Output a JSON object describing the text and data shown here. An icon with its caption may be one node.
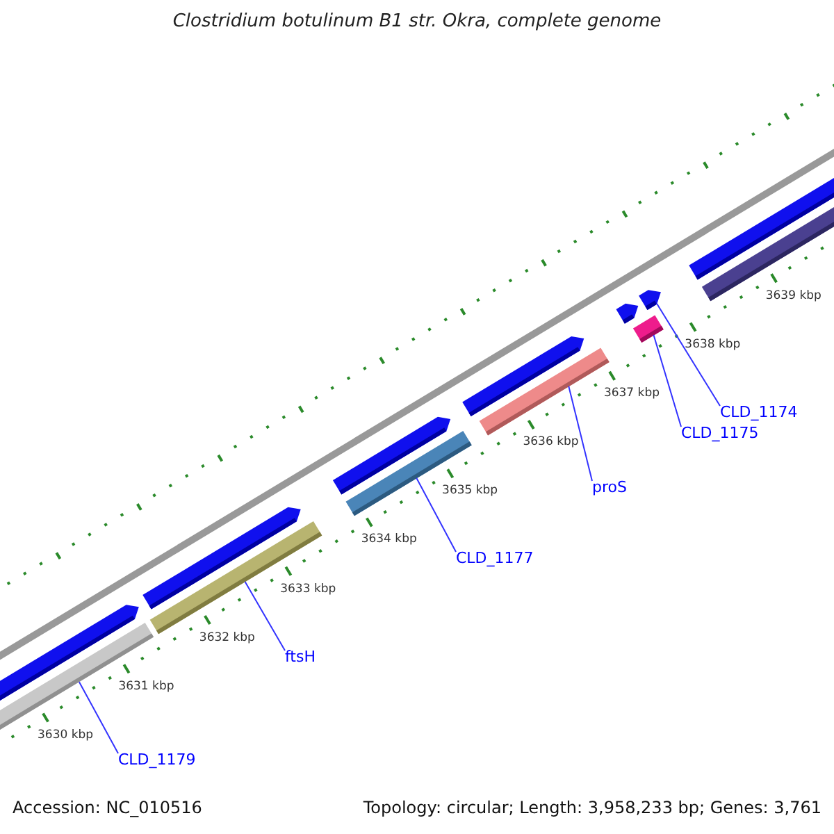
{
  "diagram": {
    "title": "Clostridium botulinum B1 str. Okra, complete genome",
    "nodes": [
      {
        "text": [],
        "shape": "bar"
      },
      {
        "text": [],
        "shape": "bar"
      },
      {
        "text": [],
        "shape": "bar"
      },
      {
        "text": [],
        "shape": "bar"
      },
      {
        "text": [],
        "shape": "bar"
      },
      {
        "text": [],
        "shape": "bar"
      },
      {
        "text": [
          "CLD_1179"
        ]
      },
      {
        "text": [
          "ftsH"
        ]
      },
      {
        "text": [
          "CLD_1177"
        ]
      },
      {
        "text": [
          "proS"
        ]
      },
      {
        "text": [
          "CLD_1175"
        ]
      },
      {
        "text": [
          "CLD_1174"
        ]
      },
      {
        "text": [],
        "shape": "bar"
      },
      {
        "text": [],
        "shape": "bar"
      },
      {
        "text": [],
        "shape": "bar"
      },
      {
        "text": [],
        "shape": "bar"
      },
      {
        "text": [],
        "shape": "bar"
      },
      {
        "text": [],
        "shape": "bar"
      },
      {
        "text": [],
        "shape": "bar"
      }
    ],
    "edges": [
      {
        "from": 6,
        "to": 0,
        "arrow": "none"
      },
      {
        "from": 7,
        "to": 1,
        "arrow": "none"
      },
      {
        "from": 8,
        "to": 2,
        "arrow": "none"
      },
      {
        "from": 9,
        "to": 3,
        "arrow": "none"
      },
      {
        "from": 10,
        "to": 4,
        "arrow": "none"
      },
      {
        "from": 11,
        "to": 5,
        "arrow": "none"
      }
    ],
    "labels": [
      "3630 kbp",
      "3631 kbp",
      "3632 kbp",
      "3633 kbp",
      "3634 kbp",
      "3635 kbp",
      "3636 kbp",
      "3637 kbp",
      "3638 kbp",
      "3639 kbp",
      "Accession: NC_010516",
      "Topology: circular; Length: 3,958,233 bp; Genes: 3,761"
    ]
  }
}
